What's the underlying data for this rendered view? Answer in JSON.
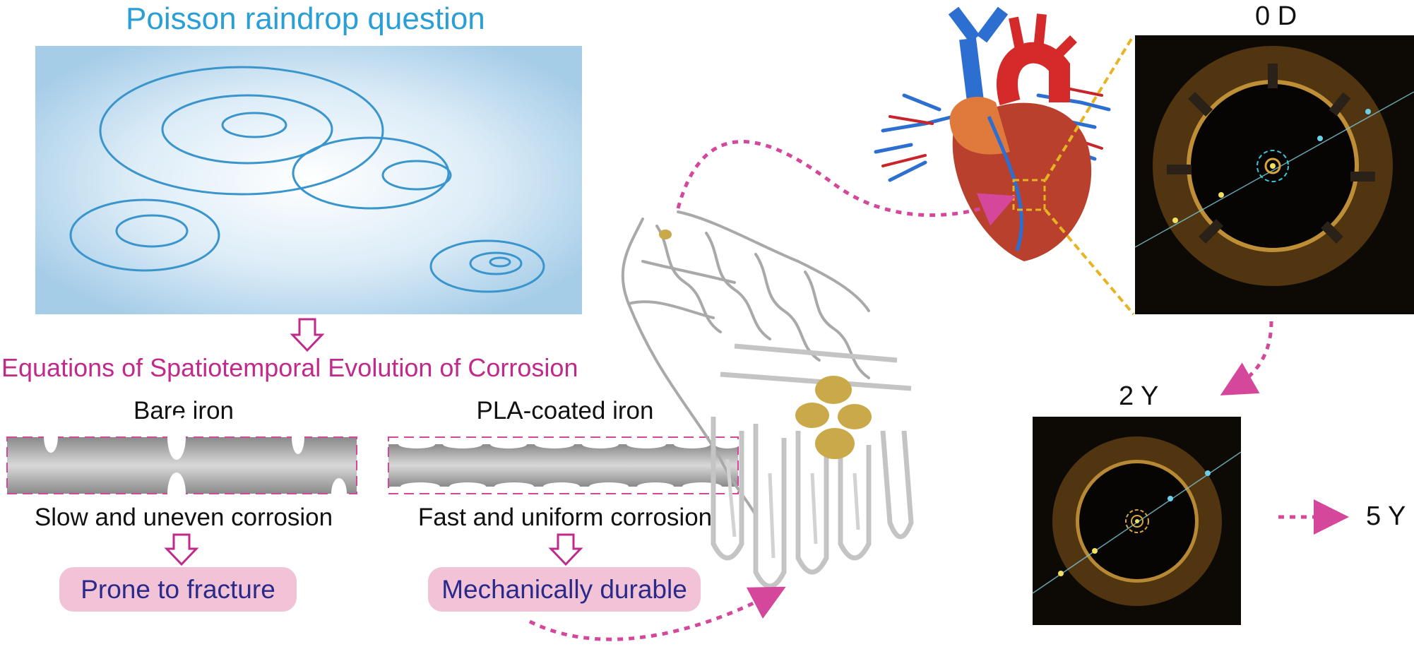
{
  "poisson": {
    "title": "Poisson raindrop question"
  },
  "equations": {
    "title": "Equations of Spatiotemporal Evolution of Corrosion"
  },
  "bare": {
    "label": "Bare iron",
    "result": "Slow and uneven corrosion",
    "outcome": "Prone to fracture"
  },
  "coated": {
    "label": "PLA-coated iron",
    "result": "Fast and uniform corrosion",
    "outcome": "Mechanically durable"
  },
  "timeline": {
    "t0": "0 D",
    "t2": "2 Y",
    "t5": "5 Y"
  },
  "colors": {
    "blue": "#2a9fd6",
    "magenta": "#c02a8a",
    "pill": "#f2c3d6",
    "arrow": "#d4479a",
    "gold": "#e6b422"
  }
}
